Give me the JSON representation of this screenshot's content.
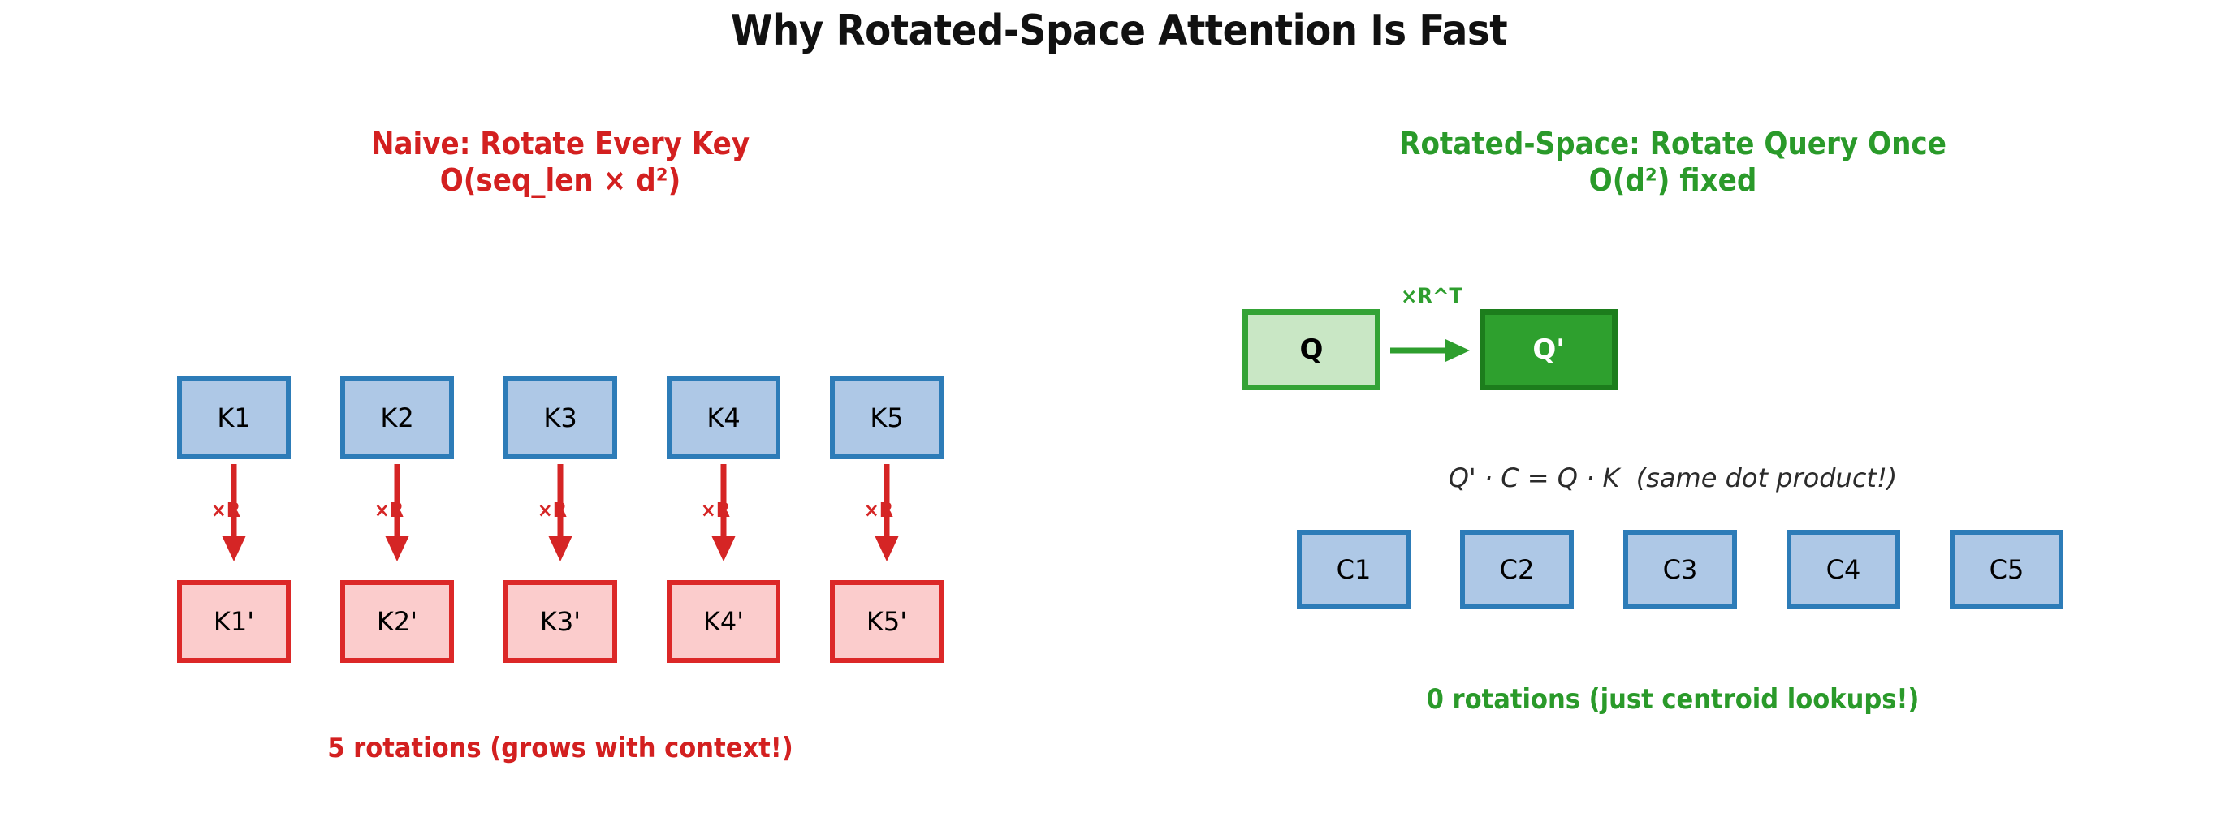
{
  "page": {
    "title": "Why Rotated-Space Attention Is Fast",
    "background_color": "#ffffff"
  },
  "colors": {
    "red": "#d32020",
    "red_border": "#dc2828",
    "red_fill": "#fbcccc",
    "green": "#2a9a2a",
    "green_dark": "#1c7d1c",
    "green_fill_light": "#c9e7c5",
    "green_fill_solid": "#2ea02e",
    "blue_border": "#2d7cb8",
    "blue_fill": "#aec8e6",
    "text": "#111111"
  },
  "left_panel": {
    "heading_line1": "Naive: Rotate Every Key",
    "heading_line2": "O(seq_len × d²)",
    "heading_color": "#d32020",
    "keys": [
      {
        "label": "K1",
        "rotated_label": "K1'",
        "op_label": "×R"
      },
      {
        "label": "K2",
        "rotated_label": "K2'",
        "op_label": "×R"
      },
      {
        "label": "K3",
        "rotated_label": "K3'",
        "op_label": "×R"
      },
      {
        "label": "K4",
        "rotated_label": "K4'",
        "op_label": "×R"
      },
      {
        "label": "K5",
        "rotated_label": "K5'",
        "op_label": "×R"
      }
    ],
    "caption": "5 rotations (grows with context!)",
    "caption_color": "#d32020"
  },
  "right_panel": {
    "heading_line1": "Rotated-Space: Rotate Query Once",
    "heading_line2": "O(d²) fixed",
    "heading_color": "#2a9a2a",
    "query": {
      "source_label": "Q",
      "result_label": "Q'",
      "arrow_label": "×R^T"
    },
    "equation": "Q' · C = Q · K  (same dot product!)",
    "centroids": [
      {
        "label": "C1"
      },
      {
        "label": "C2"
      },
      {
        "label": "C3"
      },
      {
        "label": "C4"
      },
      {
        "label": "C5"
      }
    ],
    "caption": "0 rotations (just centroid lookups!)",
    "caption_color": "#2a9a2a"
  }
}
